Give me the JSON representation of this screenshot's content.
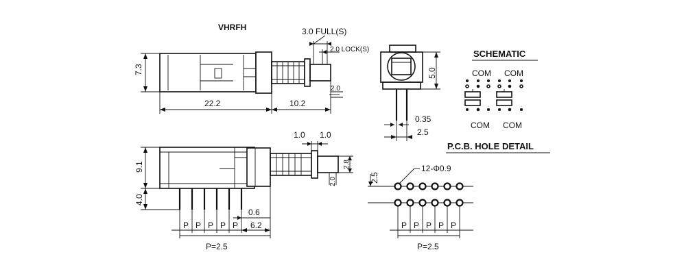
{
  "top_view": {
    "title": "VHRFH",
    "full_stroke": "3.0 FULL(S)",
    "lock_stroke": "2.0 LOCK(S)",
    "dim_stroke": "2.0",
    "height": "7.3",
    "body_length": "22.2",
    "plunger_length": "10.2"
  },
  "end_view": {
    "height": "5.0",
    "pin_width": "0.35",
    "pin_gap": "2.5"
  },
  "schematic": {
    "title": "SCHEMATIC",
    "top_labels": [
      "COM",
      "COM"
    ],
    "bottom_labels": [
      "COM",
      "COM"
    ]
  },
  "side_view": {
    "height_upper": "9.1",
    "height_lower": "4.0",
    "dim_a": "1.0",
    "dim_b": "1.0",
    "dim_c": "2.8",
    "dim_d": "2.0",
    "pin_offset": "0.6",
    "pin_end": "6.2",
    "pitch_labels": [
      "P",
      "P",
      "P",
      "P",
      "P"
    ],
    "pitch_total": "P=2.5"
  },
  "pcb": {
    "title": "P.C.B. HOLE DETAIL",
    "row_pitch": "2.5",
    "holes": "12-Φ0.9",
    "pitch_labels": [
      "P",
      "P",
      "P",
      "P",
      "P"
    ],
    "pitch_total": "P=2.5"
  }
}
